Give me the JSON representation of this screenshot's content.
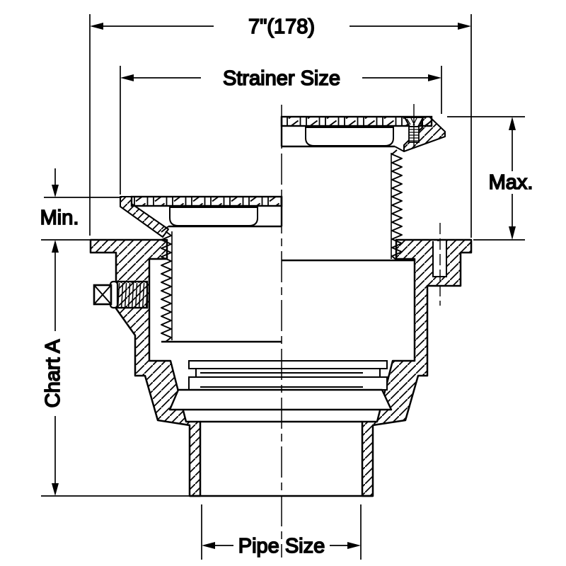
{
  "diagram": {
    "type": "technical-cross-section",
    "subject": "adjustable floor drain, section view with strainer shown at lowered (Min.) and raised (Max.) positions",
    "labels": {
      "overall_width": "7\"(178)",
      "strainer_size": "Strainer Size",
      "max": "Max.",
      "min": "Min.",
      "chart_a": "Chart A",
      "pipe_size": "Pipe Size"
    },
    "colors": {
      "line": "#000000",
      "background": "#ffffff"
    }
  }
}
